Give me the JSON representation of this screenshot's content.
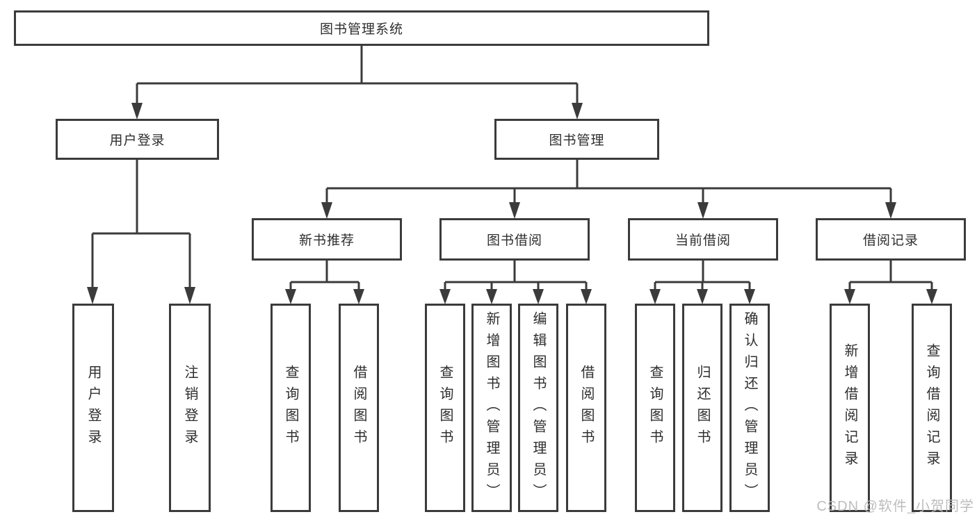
{
  "diagram_type": "hierarchy-tree",
  "tree": {
    "root": {
      "label": "图书管理系统",
      "children": [
        {
          "label": "用户登录",
          "children": [
            {
              "label": "用户登录"
            },
            {
              "label": "注销登录"
            }
          ]
        },
        {
          "label": "图书管理",
          "children": [
            {
              "label": "新书推荐",
              "children": [
                {
                  "label": "查询图书"
                },
                {
                  "label": "借阅图书"
                }
              ]
            },
            {
              "label": "图书借阅",
              "children": [
                {
                  "label": "查询图书"
                },
                {
                  "label": "新增图书（管理员）"
                },
                {
                  "label": "编辑图书（管理员）"
                },
                {
                  "label": "借阅图书"
                }
              ]
            },
            {
              "label": "当前借阅",
              "children": [
                {
                  "label": "查询图书"
                },
                {
                  "label": "归还图书"
                },
                {
                  "label": "确认归还（管理员）"
                }
              ]
            },
            {
              "label": "借阅记录",
              "children": [
                {
                  "label": "新增借阅记录"
                },
                {
                  "label": "查询借阅记录"
                }
              ]
            }
          ]
        }
      ]
    }
  },
  "watermark": {
    "text": "CSDN @软件_小贺同学"
  },
  "colors": {
    "line": "#3b3b3b",
    "box_border": "#3b3b3b",
    "text": "#2e2e2e",
    "background": "#ffffff",
    "watermark": "#b9b9b9"
  }
}
